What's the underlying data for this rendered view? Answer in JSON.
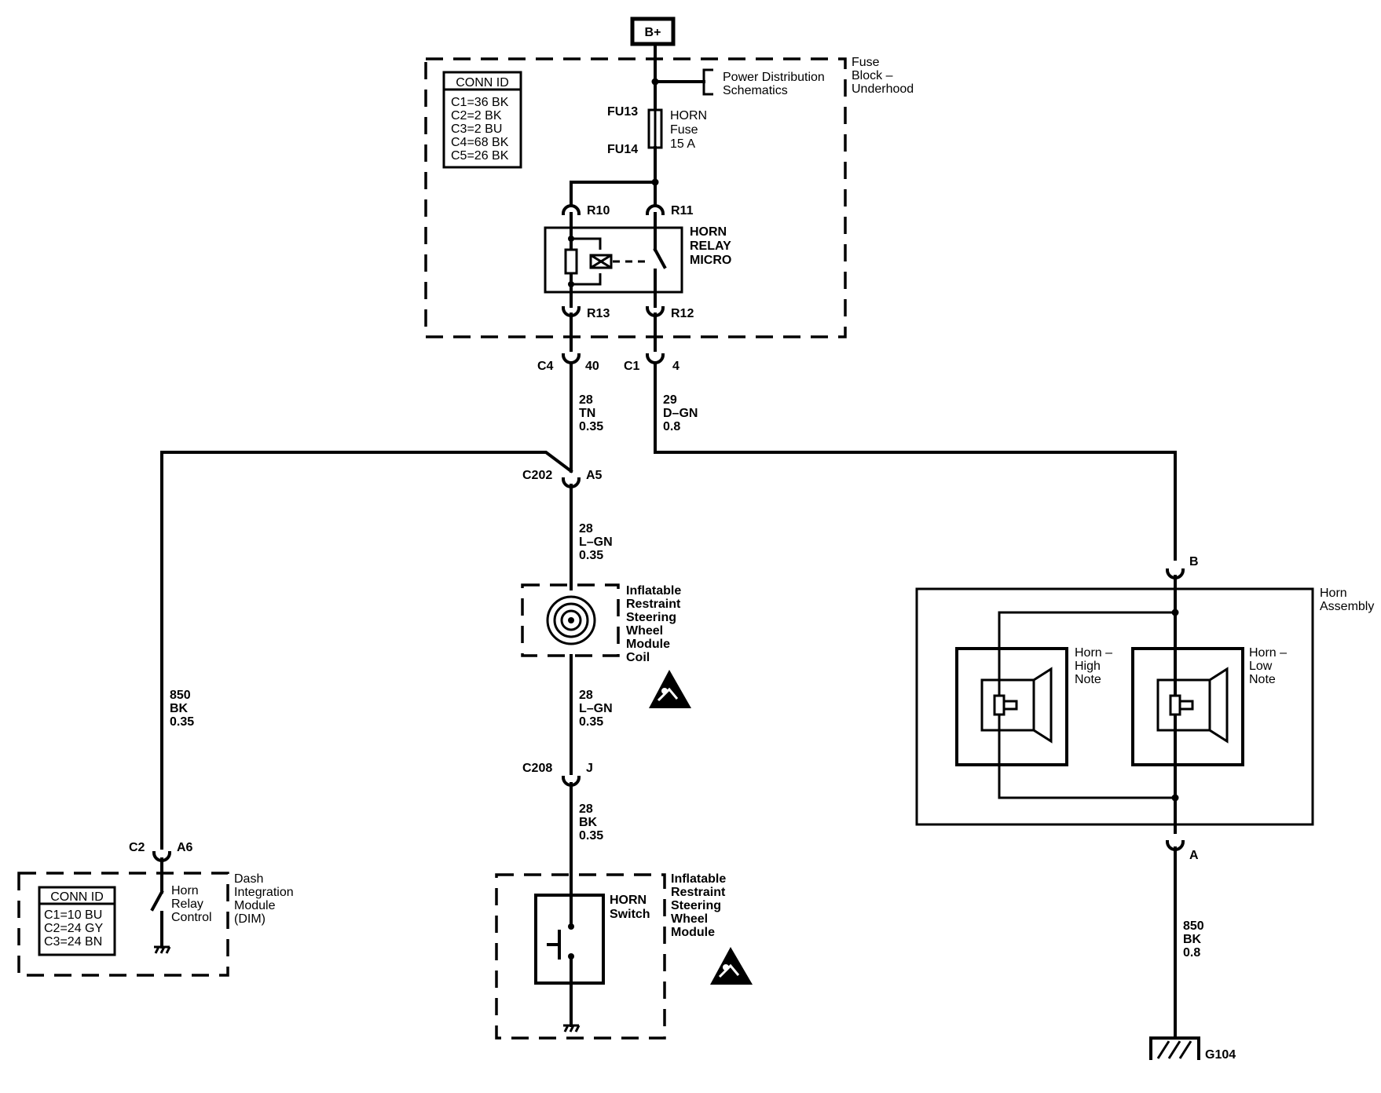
{
  "power_label": "B+",
  "fuse_block": {
    "label_lines": [
      "Fuse",
      "Block –",
      "Underhood"
    ],
    "reference_lines": [
      "Power Distribution",
      "Schematics"
    ],
    "conn_id": {
      "header": "CONN ID",
      "rows": [
        "C1=36 BK",
        "C2=2 BK",
        "C3=2 BU",
        "C4=68 BK",
        "C5=26 BK"
      ]
    },
    "fuse": {
      "pin_in": "FU13",
      "pin_out": "FU14",
      "label_lines": [
        "HORN",
        "Fuse",
        "15 A"
      ]
    },
    "relay": {
      "label_lines": [
        "HORN",
        "RELAY",
        "MICRO"
      ],
      "pins": {
        "r10": "R10",
        "r11": "R11",
        "r12": "R12",
        "r13": "R13"
      }
    }
  },
  "connectors": {
    "c4": "C4",
    "c4_pin": "40",
    "c1": "C1",
    "c1_pin": "4",
    "c202": "C202",
    "c202_pin": "A5",
    "c208": "C208",
    "c208_pin": "J",
    "c2": "C2",
    "c2_pin": "A6",
    "horn_b": "B",
    "horn_a": "A"
  },
  "wires": {
    "tn": [
      "28",
      "TN",
      "0.35"
    ],
    "dgn": [
      "29",
      "D–GN",
      "0.8"
    ],
    "lgn_upper": [
      "28",
      "L–GN",
      "0.35"
    ],
    "lgn_lower": [
      "28",
      "L–GN",
      "0.35"
    ],
    "bk_switch": [
      "28",
      "BK",
      "0.35"
    ],
    "bk_dim": [
      "850",
      "BK",
      "0.35"
    ],
    "bk_ground": [
      "850",
      "BK",
      "0.8"
    ]
  },
  "coil": {
    "label_lines": [
      "Inflatable",
      "Restraint",
      "Steering",
      "Wheel",
      "Module",
      "Coil"
    ]
  },
  "steering_module": {
    "label_lines": [
      "Inflatable",
      "Restraint",
      "Steering",
      "Wheel",
      "Module"
    ],
    "switch_lines": [
      "HORN",
      "Switch"
    ]
  },
  "dim": {
    "label_lines": [
      "Dash",
      "Integration",
      "Module",
      "(DIM)"
    ],
    "control_lines": [
      "Horn",
      "Relay",
      "Control"
    ],
    "conn_id": {
      "header": "CONN ID",
      "rows": [
        "C1=10 BU",
        "C2=24 GY",
        "C3=24 BN"
      ]
    }
  },
  "horn_assembly": {
    "label_lines": [
      "Horn",
      "Assembly"
    ],
    "high_note_lines": [
      "Horn –",
      "High",
      "Note"
    ],
    "low_note_lines": [
      "Horn –",
      "Low",
      "Note"
    ]
  },
  "ground_label": "G104",
  "icons": [
    "airbag-warning-icon",
    "clockspring-icon",
    "ground-icon",
    "connector-icon",
    "fuse-icon",
    "relay-icon",
    "horn-speaker-icon"
  ]
}
